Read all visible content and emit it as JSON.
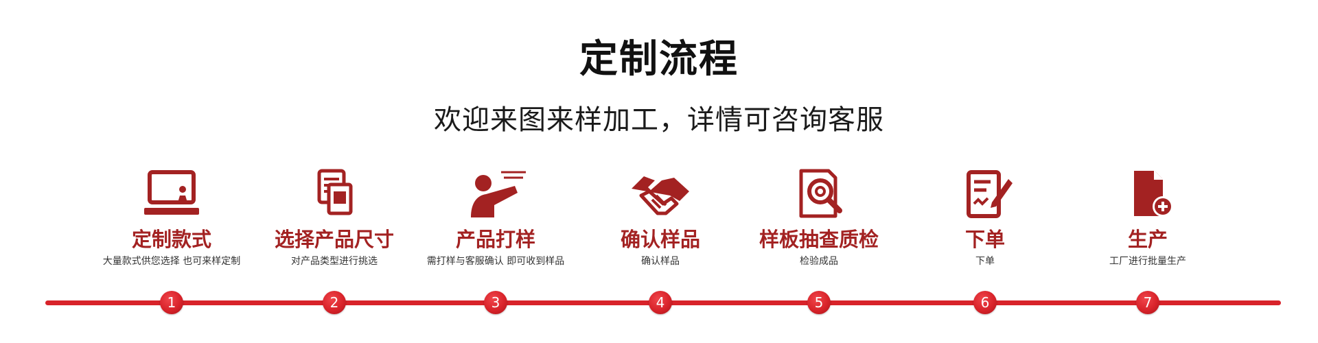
{
  "header": {
    "title": "定制流程",
    "subtitle": "欢迎来图来样加工，详情可咨询客服"
  },
  "colors": {
    "accent": "#a32222",
    "timeline": "#d8232a"
  },
  "steps": [
    {
      "number": "1",
      "title": "定制款式",
      "desc": "大量款式供您选择  也可来样定制",
      "icon": "monitor-presenter-icon"
    },
    {
      "number": "2",
      "title": "选择产品尺寸",
      "desc": "对产品类型进行挑选",
      "icon": "documents-stack-icon"
    },
    {
      "number": "3",
      "title": "产品打样",
      "desc": "需打样与客服确认  即可收到样品",
      "icon": "presenter-icon"
    },
    {
      "number": "4",
      "title": "确认样品",
      "desc": "确认样品",
      "icon": "handshake-icon"
    },
    {
      "number": "5",
      "title": "样板抽查质检",
      "desc": "检验成品",
      "icon": "magnifier-inspect-icon"
    },
    {
      "number": "6",
      "title": "下单",
      "desc": "下单",
      "icon": "order-form-pen-icon"
    },
    {
      "number": "7",
      "title": "生产",
      "desc": "工厂进行批量生产",
      "icon": "document-add-icon"
    }
  ]
}
